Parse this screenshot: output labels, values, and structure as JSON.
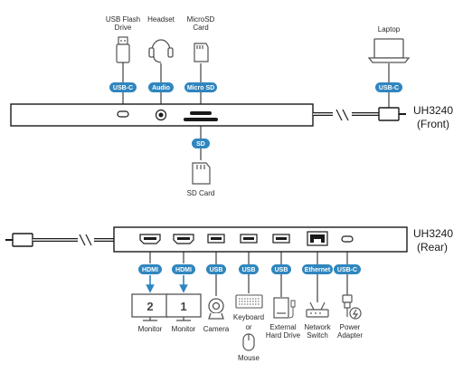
{
  "front": {
    "device": {
      "model": "UH3240",
      "side": "(Front)"
    },
    "devices": [
      {
        "name": "USB Flash",
        "name2": "Drive",
        "port": "USB-C"
      },
      {
        "name": "Headset",
        "port": "Audio"
      },
      {
        "name": "MicroSD",
        "name2": "Card",
        "port": "Micro SD"
      },
      {
        "name": "Laptop",
        "port": "USB-C"
      },
      {
        "name": "SD Card",
        "port": "SD"
      }
    ]
  },
  "rear": {
    "device": {
      "model": "UH3240",
      "side": "(Rear)"
    },
    "devices": [
      {
        "name": "Monitor",
        "port": "HDMI",
        "number": "2"
      },
      {
        "name": "Monitor",
        "port": "HDMI",
        "number": "1"
      },
      {
        "name": "Camera",
        "port": "USB"
      },
      {
        "name": "Keyboard",
        "name2": "or",
        "port": "USB",
        "extra": "Mouse"
      },
      {
        "name": "External",
        "name2": "Hard Drive",
        "port": "USB"
      },
      {
        "name": "Network",
        "name2": "Switch",
        "port": "Ethernet"
      },
      {
        "name": "Power",
        "name2": "Adapter",
        "port": "USB-C"
      }
    ]
  },
  "colors": {
    "accent": "#2f86bf",
    "device_body": "#ffffff",
    "line": "#1a1a1a",
    "icon": "#555555"
  }
}
